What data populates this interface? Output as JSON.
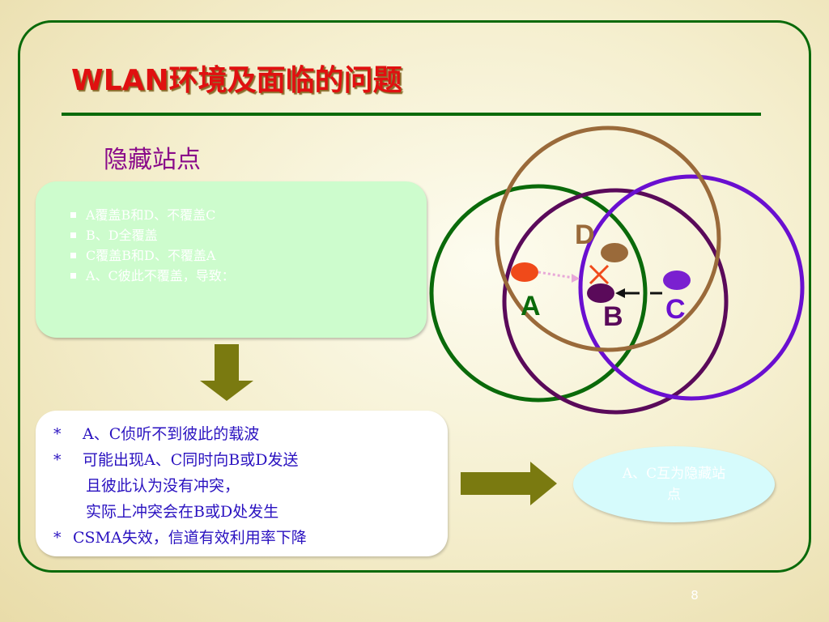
{
  "title": "WLAN环境及面临的问题",
  "subtitle": "隐藏站点",
  "coverage_list": [
    "A覆盖B和D、不覆盖C",
    "B、D全覆盖",
    "C覆盖B和D、不覆盖A",
    "A、C彼此不覆盖，导致："
  ],
  "consequences": {
    "star": "*",
    "line1": "A、C侦听不到彼此的载波",
    "line2": "可能出现A、C同时向B或D发送",
    "line3": "且彼此认为没有冲突，",
    "line4": "实际上冲突会在B或D处发生",
    "line5": "CSMA失效，信道有效利用率下降"
  },
  "result": "A、C互为隐藏站点",
  "diagram": {
    "labels": {
      "a": "A",
      "b": "B",
      "c": "C",
      "d": "D"
    },
    "colors": {
      "circle_a": "#0a6a0a",
      "circle_b": "#5a0a5a",
      "circle_c": "#6a0fd0",
      "circle_d": "#9a6a3a",
      "node_a": "#f04a1a",
      "node_b": "#5a0a5a",
      "node_c": "#7a20d0",
      "node_d": "#9a6a3a",
      "collision_mark": "#f04a1a",
      "label": "#0a6a0a",
      "label_d": "#9a6a3a"
    }
  },
  "colors": {
    "frame": "#0a6a0a",
    "title": "#e01010",
    "subtitle": "#8a0a8a",
    "arrow": "#7a7a10",
    "body_text": "#2a12c0"
  },
  "page_number": "8"
}
